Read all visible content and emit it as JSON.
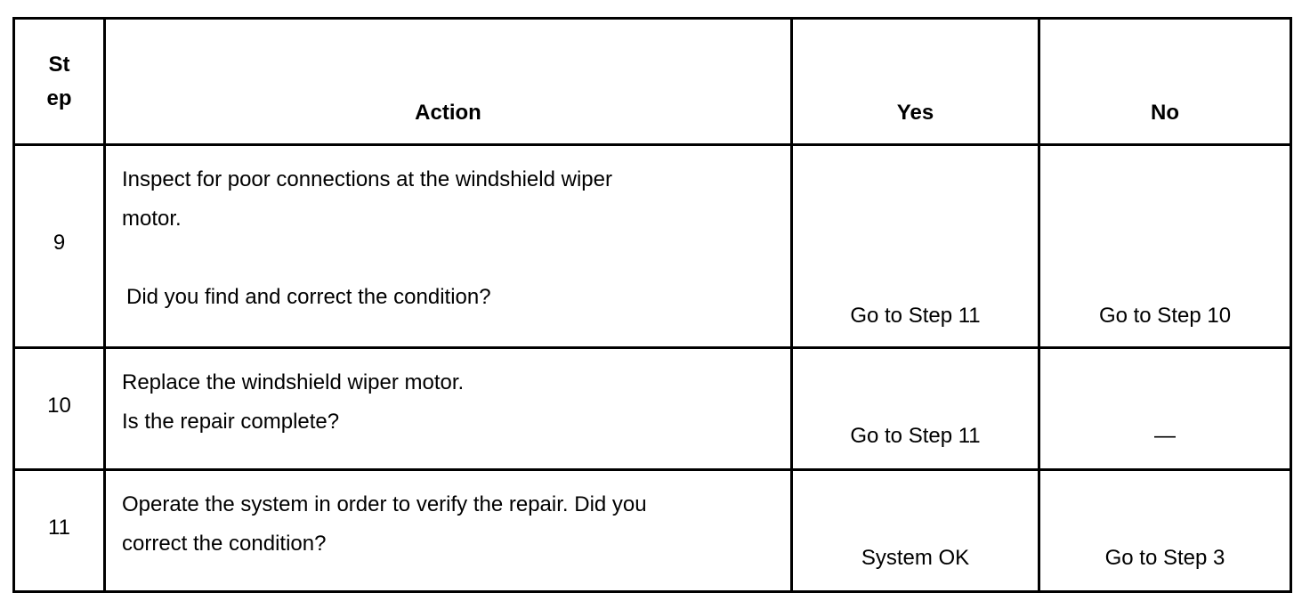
{
  "table": {
    "headers": {
      "step_line1": "St",
      "step_line2": "ep",
      "action": "Action",
      "yes": "Yes",
      "no": "No"
    },
    "rows": [
      {
        "step": "9",
        "action_lines": [
          "Inspect for poor connections at the windshield wiper",
          "motor."
        ],
        "question": "Did you find and correct the condition?",
        "yes": "Go to Step 11",
        "no": "Go to Step 10"
      },
      {
        "step": "10",
        "action_lines": [
          "Replace the windshield wiper motor.",
          "Is the repair complete?"
        ],
        "yes": "Go to Step 11",
        "no": "—"
      },
      {
        "step": "11",
        "action_lines": [
          "Operate the system in order to verify the repair. Did you",
          "correct the condition?"
        ],
        "yes": "System OK",
        "no": "Go to Step 3"
      }
    ]
  }
}
